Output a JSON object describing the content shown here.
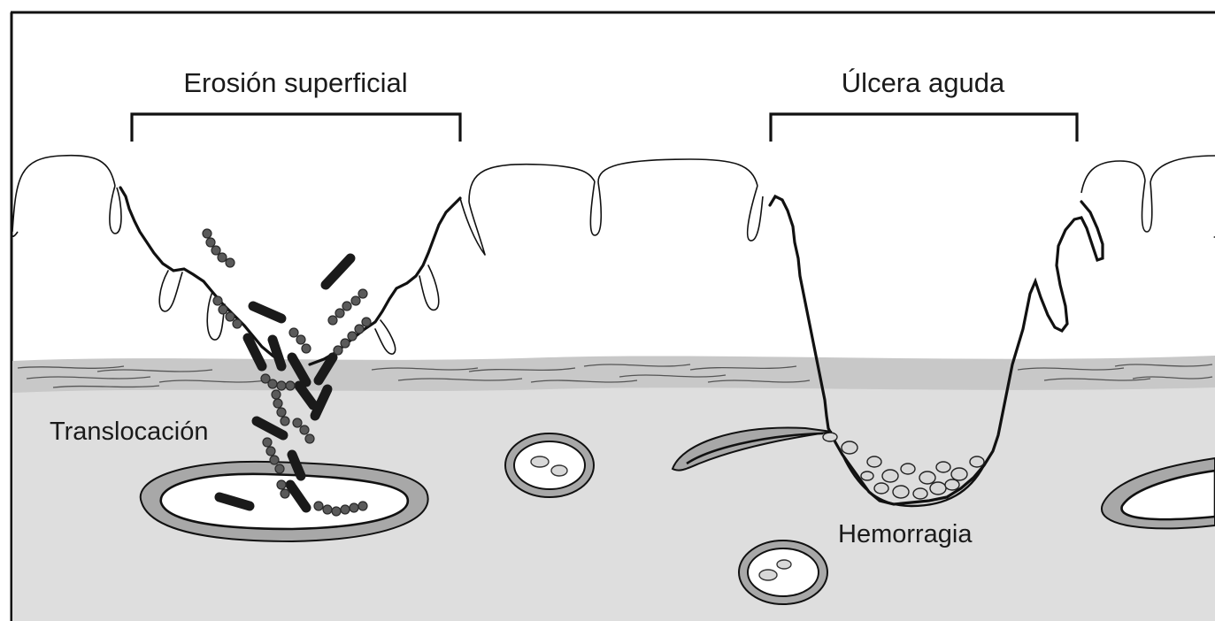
{
  "labels": {
    "erosion": "Erosión superficial",
    "ulcer": "Úlcera aguda",
    "translocation": "Translocación",
    "hemorrhage": "Hemorragia"
  },
  "colors": {
    "background": "#ffffff",
    "submucosa": "#dedede",
    "muscularis": "#c4c4c4",
    "outline": "#111111",
    "vessel_wall": "#a8a8a8",
    "bacteria_rod": "#1a1a1a",
    "bacteria_cocci": "#5a5a5a"
  }
}
